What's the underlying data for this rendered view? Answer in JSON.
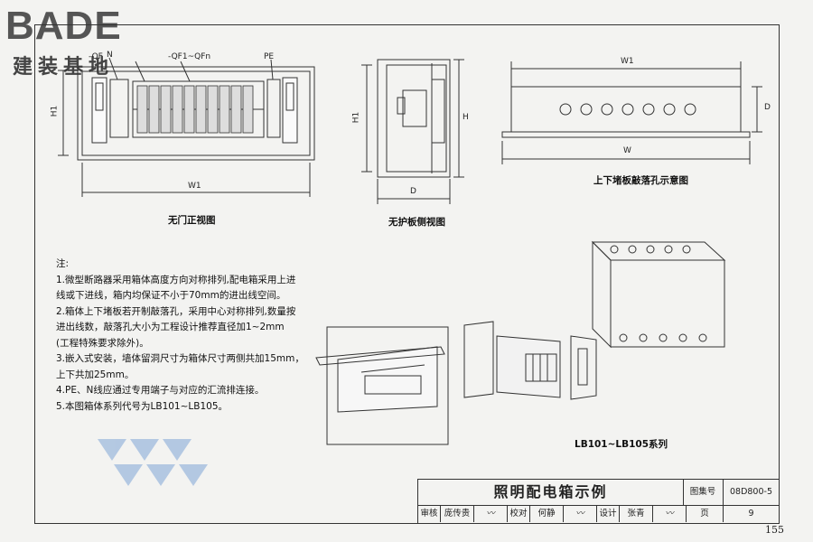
{
  "logo": {
    "brand": "BADE",
    "subtitle": "建装基地"
  },
  "front_view": {
    "caption": "无门正视图",
    "label_qf": "-QF",
    "label_qf_range": "-QF1~QFn",
    "label_n": "N",
    "label_pe": "PE",
    "dim_h1": "H1",
    "dim_w1": "W1"
  },
  "side_view": {
    "caption": "无护板侧视图",
    "dim_h1": "H1",
    "dim_h": "H",
    "dim_d": "D"
  },
  "knockout_view": {
    "caption": "上下堵板敲落孔示意图",
    "dim_w1": "W1",
    "dim_w": "W",
    "dim_d": "D"
  },
  "series_caption": "LB101~LB105系列",
  "notes": {
    "heading": "注:",
    "lines": [
      "1.微型断路器采用箱体高度方向对称排列,配电箱采用上进",
      "   线或下进线，箱内均保证不小于70mm的进出线空间。",
      "2.箱体上下堵板若开制敲落孔，采用中心对称排列,数量按",
      "   进出线数，敲落孔大小为工程设计推荐直径加1~2mm",
      "   (工程特殊要求除外)。",
      "3.嵌入式安装，墙体留洞尺寸为箱体尺寸两侧共加15mm，",
      "   上下共加25mm。",
      "4.PE、N线应通过专用端子与对应的汇流排连接。",
      "5.本图箱体系列代号为LB101~LB105。"
    ]
  },
  "title_block": {
    "title": "照明配电箱示例",
    "atlas_label": "图集号",
    "atlas_no": "08D800-5",
    "review_label": "审核",
    "reviewer": "庞传贵",
    "check_label": "校对",
    "checker": "何静",
    "design_label": "设计",
    "designer": "张青",
    "page_label": "页",
    "page_value": "9"
  },
  "page_number": "155"
}
